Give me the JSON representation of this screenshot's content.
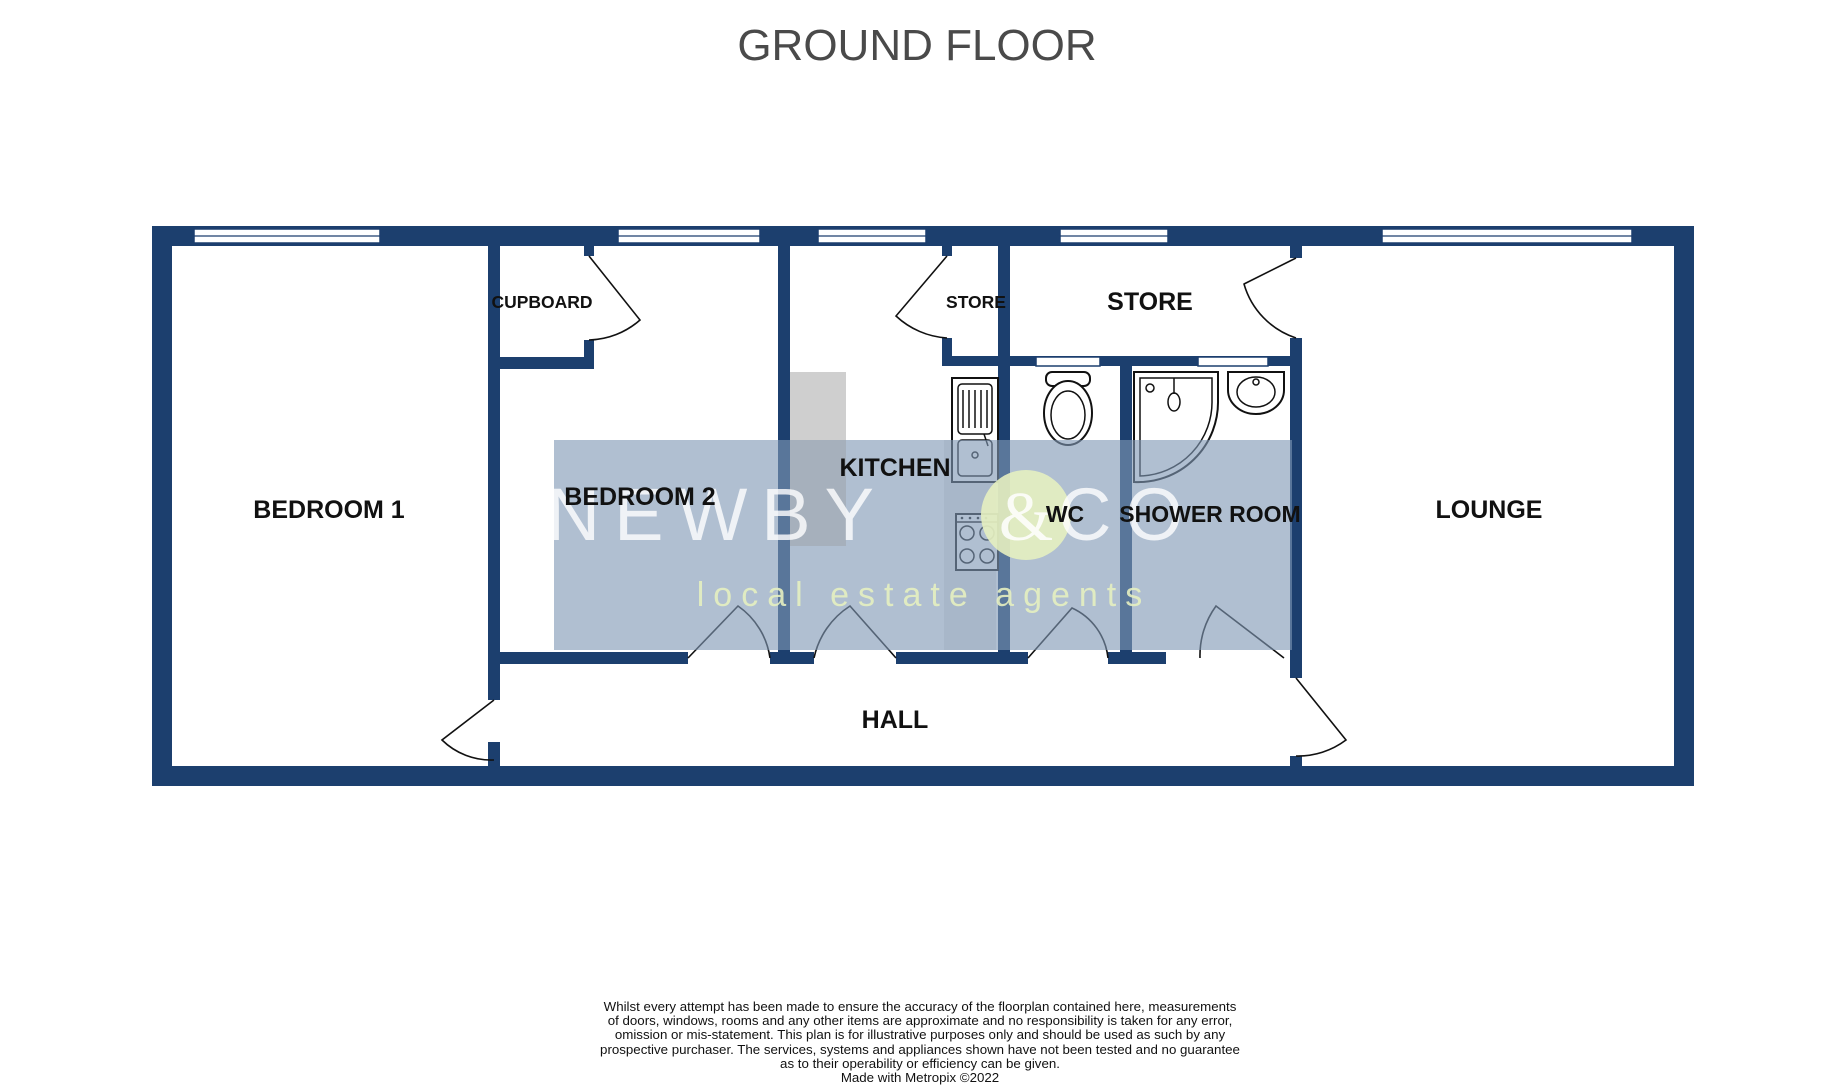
{
  "title": "GROUND FLOOR",
  "rooms": {
    "bedroom1": "BEDROOM 1",
    "bedroom2": "BEDROOM 2",
    "cupboard": "CUPBOARD",
    "kitchen": "KITCHEN",
    "store_small": "STORE",
    "store": "STORE",
    "wc": "WC",
    "shower_room": "SHOWER ROOM",
    "lounge": "LOUNGE",
    "hall": "HALL"
  },
  "watermark": {
    "brand_left": "NEWBY",
    "brand_amp": "&",
    "brand_right": "CO",
    "tagline": "local estate agents"
  },
  "colors": {
    "wall": "#1c3f6e",
    "watermark_panel": "#8097b4",
    "watermark_accent": "#e6f0c0",
    "title": "#4a4a4a"
  },
  "disclaimer": {
    "lines": [
      "Whilst every attempt has been made to ensure the accuracy of the floorplan contained here, measurements",
      "of doors, windows, rooms and any other items are approximate and no responsibility is taken for any error,",
      "omission or mis-statement. This plan is for illustrative purposes only and should be used as such by any",
      "prospective purchaser. The services, systems and appliances shown have not been tested and no guarantee",
      "as to their operability or efficiency can be given."
    ],
    "credit": "Made with Metropix ©2022"
  }
}
